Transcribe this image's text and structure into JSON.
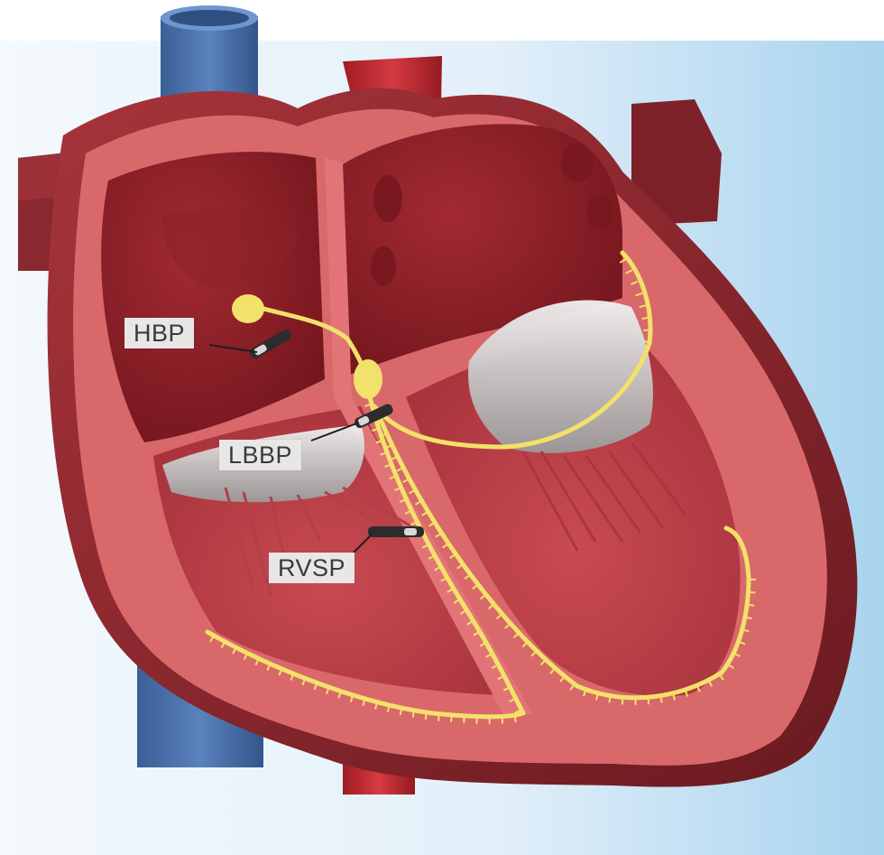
{
  "labels": {
    "hbp": "HBP",
    "lbbp": "LBBP",
    "rvsp": "RVSP"
  },
  "colors": {
    "background_gradient": [
      "#ffffff",
      "#dcecf7",
      "#a9d4ef"
    ],
    "myocardium": "#d9686b",
    "chamber_dark": "#8b1f26",
    "chamber_mid": "#b83a42",
    "vein_blue": "#4a6fa8",
    "artery_red": "#c22a33",
    "conduction_yellow": "#f2e16a",
    "label_bg": "#e9e6e6",
    "label_text": "#3a3a3a"
  }
}
